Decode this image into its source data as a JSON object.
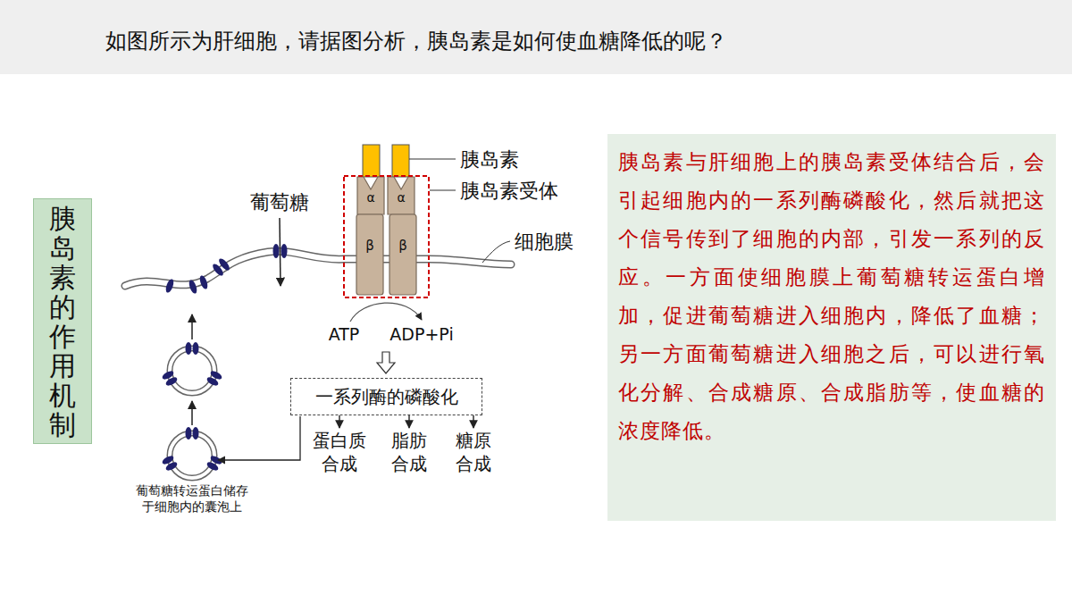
{
  "diagram": {
    "title": "如图所示为肝细胞，请据图分析，胰岛素是如何使血糖降低的呢？",
    "nodes": [
      {
        "text": [
          "胰岛素的作用机制"
        ]
      },
      {
        "text": [
          "一系列酶的磷酸化"
        ]
      },
      {
        "text": [
          "蛋白质合成"
        ]
      },
      {
        "text": [
          "脂肪合成"
        ]
      },
      {
        "text": [
          "糖原合成"
        ]
      },
      {
        "text": [
          "胰岛素与肝细胞上的胰岛素受体结合后，会引起细胞内的一系列酶磷酸化，然后就把这个信号传到了细胞的内部，引发一系列的反应。一方面使细胞膜上葡萄糖转运蛋白增加，促进葡萄糖进入细胞内，降低了血糖；另一方面葡萄糖进入细胞之后，可以进行氧化分解、合成糖原、合成脂肪等，使血糖的浓度降低。"
        ]
      }
    ],
    "edges": [
      {
        "from": 1,
        "to": 2,
        "arrow": "to"
      },
      {
        "from": 1,
        "to": 3,
        "arrow": "to"
      },
      {
        "from": 1,
        "to": 4,
        "arrow": "to"
      }
    ],
    "labels": [
      "胰岛素",
      "胰岛素受体",
      "细胞膜",
      "葡萄糖",
      "α",
      "α",
      "β",
      "β",
      "ATP",
      "ADP+Pi",
      "葡萄糖转运蛋白储存于细胞内的囊泡上"
    ]
  }
}
